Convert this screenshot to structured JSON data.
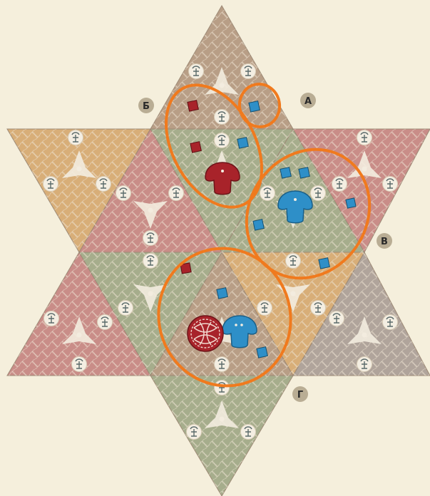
{
  "colors": {
    "background": "#f5efdc",
    "tile_tan": "#b89e86",
    "tile_orange": "#d8ae78",
    "tile_pink": "#c98d88",
    "tile_green": "#a6ad8c",
    "tile_gray": "#b0a49b",
    "pattern": "#eadfcd",
    "symbol_disc": "#f4eee2",
    "symbol_ink": "#5a6a6a",
    "red_player": "#a8232a",
    "blue_player": "#2e8fc8",
    "highlight": "#f07a1e",
    "label_disc": "#b9ad94",
    "label_text": "#2a2a2a"
  },
  "zones": [
    {
      "id": "A",
      "label": "А"
    },
    {
      "id": "B",
      "label": "Б"
    },
    {
      "id": "V",
      "label": "В"
    },
    {
      "id": "G",
      "label": "Г"
    }
  ],
  "pieces": {
    "red_meeple_icon": "mushroom-meeple-icon",
    "blue_meeple_icon": "mushroom-meeple-icon",
    "red_token_icon": "celtic-knot-token-icon",
    "cube_icon": "cube-icon"
  }
}
